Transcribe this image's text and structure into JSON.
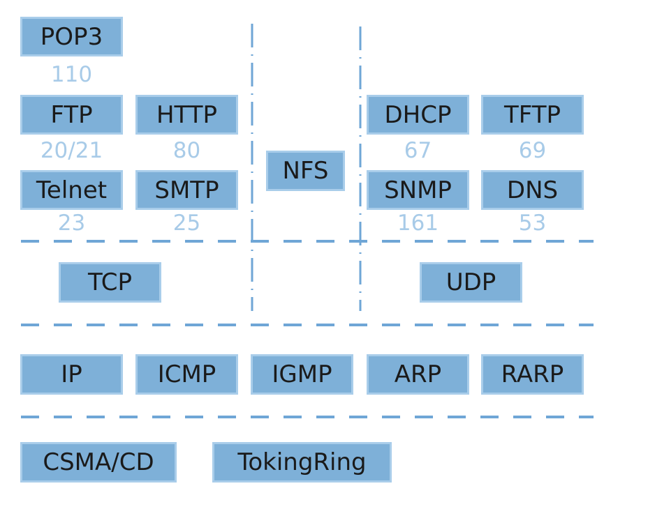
{
  "colors": {
    "box_fill": "#7eb0d8",
    "box_border": "#a9cdea",
    "port_text": "#a8cbe8",
    "separator": "#6fa6d6",
    "label_text": "#1a1a1a"
  },
  "application_layer": {
    "pop3": {
      "label": "POP3",
      "port": "110"
    },
    "ftp": {
      "label": "FTP",
      "port": "20/21"
    },
    "http": {
      "label": "HTTP",
      "port": "80"
    },
    "telnet": {
      "label": "Telnet",
      "port": "23"
    },
    "smtp": {
      "label": "SMTP",
      "port": "25"
    },
    "nfs": {
      "label": "NFS"
    },
    "dhcp": {
      "label": "DHCP",
      "port": "67"
    },
    "tftp": {
      "label": "TFTP",
      "port": "69"
    },
    "snmp": {
      "label": "SNMP",
      "port": "161"
    },
    "dns": {
      "label": "DNS",
      "port": "53"
    }
  },
  "transport_layer": {
    "tcp": {
      "label": "TCP"
    },
    "udp": {
      "label": "UDP"
    }
  },
  "network_layer": {
    "ip": {
      "label": "IP"
    },
    "icmp": {
      "label": "ICMP"
    },
    "igmp": {
      "label": "IGMP"
    },
    "arp": {
      "label": "ARP"
    },
    "rarp": {
      "label": "RARP"
    }
  },
  "link_layer": {
    "csma_cd": {
      "label": "CSMA/CD"
    },
    "tokingring": {
      "label": "TokingRing"
    }
  }
}
